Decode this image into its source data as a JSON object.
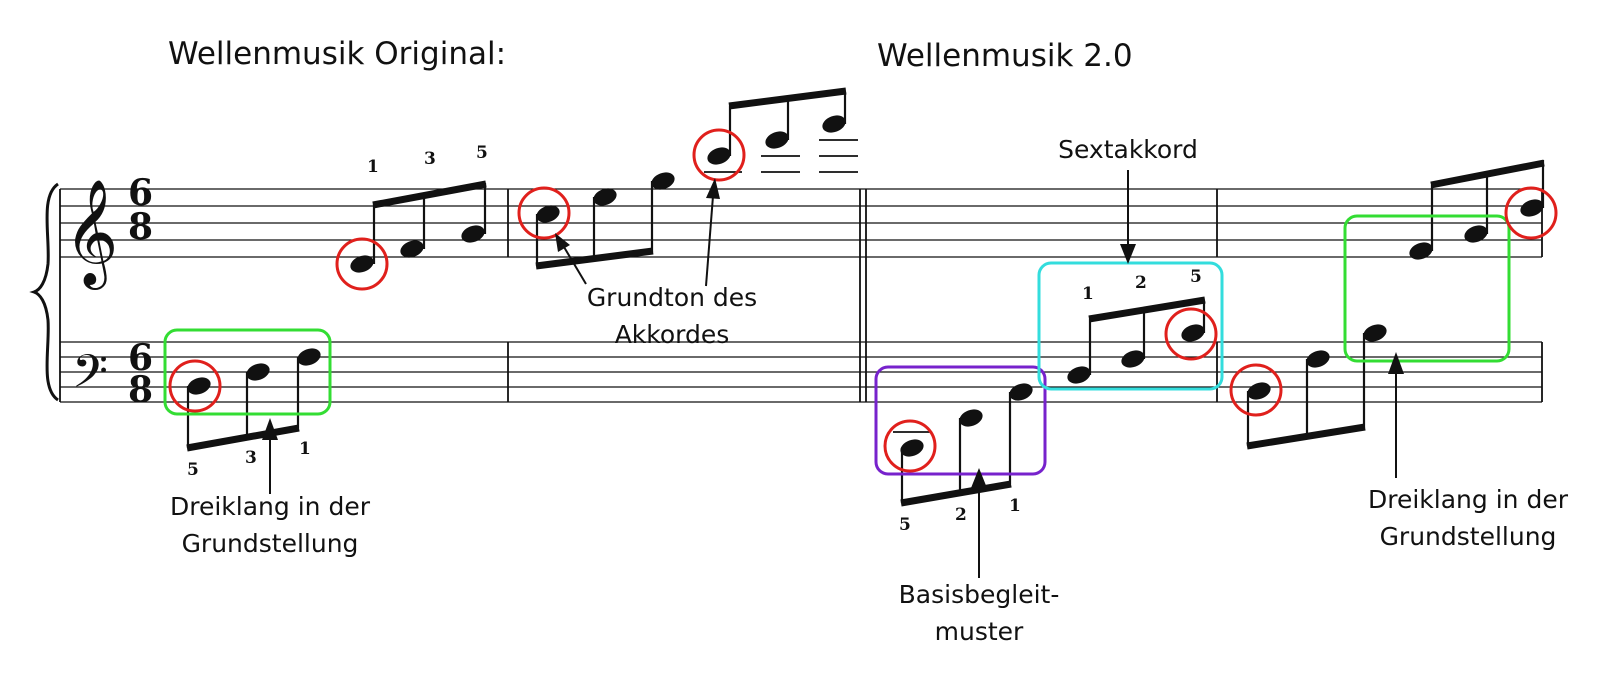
{
  "titles": {
    "original": "Wellenmusik Original:",
    "version2": "Wellenmusik 2.0"
  },
  "time_signature": {
    "numerator": "6",
    "denominator": "8"
  },
  "clefs": {
    "treble": "𝄞",
    "bass": "𝄢"
  },
  "annotations": {
    "grundton_line1": "Grundton des",
    "grundton_line2": "Akkordes",
    "dreiklang_left_line1": "Dreiklang in der",
    "dreiklang_left_line2": "Grundstellung",
    "sextakkord": "Sextakkord",
    "basis_line1": "Basisbegleit-",
    "basis_line2": "muster",
    "dreiklang_right_line1": "Dreiklang in der",
    "dreiklang_right_line2": "Grundstellung"
  },
  "fingerings": {
    "m1_treble": [
      "1",
      "3",
      "5"
    ],
    "m1_bass": [
      "5",
      "3",
      "1"
    ],
    "m3_bass": [
      "5",
      "2",
      "1"
    ],
    "m3_treble": [
      "1",
      "2",
      "5"
    ]
  },
  "colors": {
    "circle": "#e0201c",
    "box_green": "#33dd33",
    "box_cyan": "#33dddd",
    "box_purple": "#7722cc"
  }
}
